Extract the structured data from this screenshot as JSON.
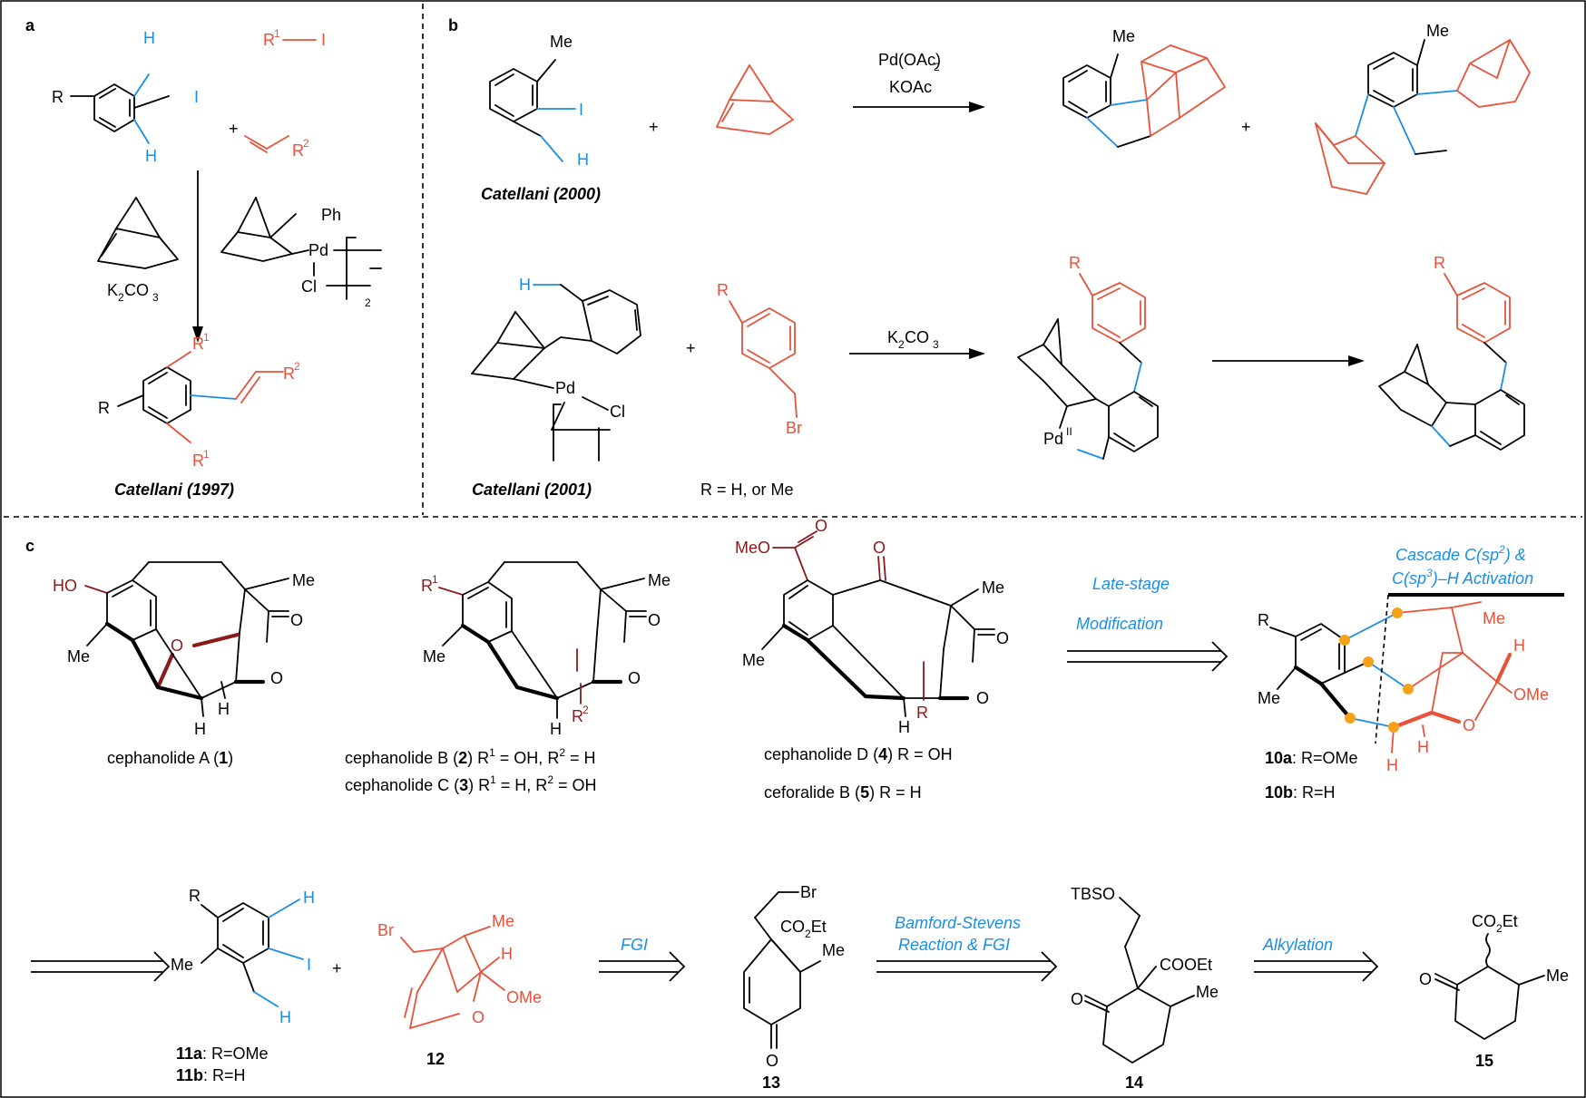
{
  "panel_labels": {
    "a": "a",
    "b": "b",
    "c": "c"
  },
  "atoms": {
    "H": "H",
    "I": "I",
    "R": "R",
    "R1": "R",
    "R2": "R",
    "sup1": "1",
    "sup2": "2",
    "Me": "Me",
    "Ph": "Ph",
    "Pd": "Pd",
    "Cl": "Cl",
    "two": "2",
    "Br": "Br",
    "HO": "HO",
    "O": "O",
    "MeO": "MeO",
    "OMe": "OMe",
    "PdII": "II",
    "TBSO": "TBSO"
  },
  "panel_a": {
    "reagent_base_prefix": "K",
    "reagent_base_sub1": "2",
    "reagent_base_mid": "CO",
    "reagent_base_sub2": "3",
    "plus": "+",
    "caption": "Catellani (1997)"
  },
  "panel_b": {
    "conditions_top_line1": "Pd(OAc)",
    "conditions_top_line1_sub": "2",
    "conditions_top_line2": "KOAc",
    "caption_top": "Catellani (2000)",
    "conditions_bottom_prefix": "K",
    "conditions_bottom_sub1": "2",
    "conditions_bottom_mid": "CO",
    "conditions_bottom_sub2": "3",
    "caption_bottom": "Catellani (2001)",
    "r_note": "R = H, or Me",
    "plus": "+"
  },
  "panel_c": {
    "compound1": {
      "name": "cephanolide A (",
      "num": "1",
      "close": ")"
    },
    "compound2": {
      "name": "cephanolide B (",
      "num": "2",
      "rest_a": ") R",
      "sup_a": "1",
      "rest_b": " = OH, R",
      "sup_b": "2",
      "rest_c": " = H"
    },
    "compound3": {
      "name": "cephanolide C (",
      "num": "3",
      "rest_a": ") R",
      "sup_a": "1",
      "rest_b": " = H, R",
      "sup_b": "2",
      "rest_c": " = OH"
    },
    "compound4": {
      "name": "cephanolide D (",
      "num": "4",
      "rest": ") R = OH"
    },
    "compound5": {
      "name": "ceforalide B (",
      "num": "5",
      "rest": ") R = H"
    },
    "late_stage": [
      "Late-stage",
      "Modification"
    ],
    "cascade_line1": "Cascade C(sp",
    "cascade_line1_sup": "2",
    "cascade_line1_end": ") &",
    "cascade_line2": "C(sp",
    "cascade_line2_sup": "3",
    "cascade_line2_end": ")–H Activation",
    "c10a_num": "10a",
    "c10a_rest": ": R=OMe",
    "c10b_num": "10b",
    "c10b_rest": ": R=H",
    "c11a_num": "11a",
    "c11a_rest": ": R=OMe",
    "c11b_num": "11b",
    "c11b_rest": ": R=H",
    "c12": "12",
    "c13": "13",
    "c14": "14",
    "c15": "15",
    "fgi": "FGI",
    "bamford": [
      "Bamford-Stevens",
      "Reaction & FGI"
    ],
    "alkylation": "Alkylation",
    "co2et": "CO",
    "co2et_sub": "2",
    "co2et_end": "Et",
    "cooet": "COOEt",
    "plus": "+"
  },
  "colors": {
    "red": "#e8523a",
    "blue": "#1a8ee6",
    "maroon": "#8b1a1a",
    "orange": "#f5a21b"
  }
}
